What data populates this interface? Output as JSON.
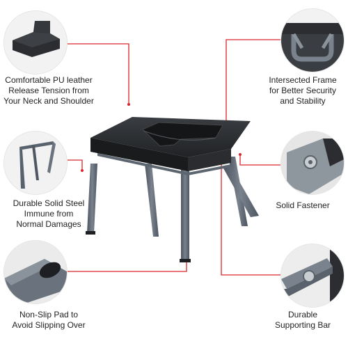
{
  "colors": {
    "leader_line": "#d9252b",
    "seat": "#2b2d30",
    "frame": "#58626d",
    "circle_bg": "#f2f2f2"
  },
  "features": [
    {
      "side": "left",
      "icon": "seat-corner-icon",
      "lines": [
        "Comfortable PU leather",
        "Release Tension from",
        "Your Neck and Shoulder"
      ]
    },
    {
      "side": "left",
      "icon": "steel-frame-icon",
      "lines": [
        "Durable Solid Steel",
        "Immune from",
        "Normal Damages"
      ]
    },
    {
      "side": "left",
      "icon": "foot-pad-icon",
      "lines": [
        "Non-Slip Pad to",
        "Avoid Slipping Over"
      ]
    },
    {
      "side": "right",
      "icon": "intersected-frame-icon",
      "lines": [
        "Intersected Frame",
        "for Better Security",
        "and Stability"
      ]
    },
    {
      "side": "right",
      "icon": "bolt-fastener-icon",
      "lines": [
        "Solid Fastener"
      ]
    },
    {
      "side": "right",
      "icon": "supporting-bar-icon",
      "lines": [
        "Durable",
        "Supporting Bar"
      ]
    }
  ]
}
